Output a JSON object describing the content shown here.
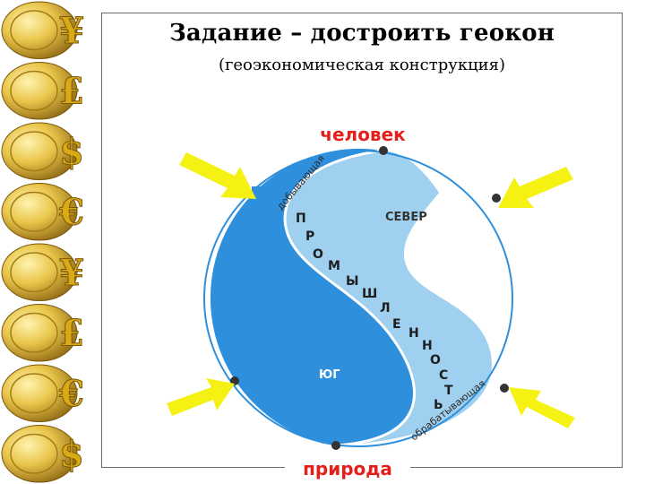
{
  "title": "Задание – достроить геокон",
  "subtitle": "(геоэкономическая конструкция)",
  "labels": {
    "top": "человек",
    "bottom": "природа",
    "north": "СЕВЕР",
    "south": "ЮГ",
    "mining_arc": "добывающая",
    "processing_arc": "обрабатывающая",
    "industry_letters": [
      "П",
      "Р",
      "О",
      "М",
      "Ы",
      "Ш",
      "Л",
      "Е",
      "Н",
      "Н",
      "О",
      "С",
      "Т",
      "Ь"
    ]
  },
  "coins": [
    {
      "symbol": "¥",
      "icon": "yen-coin-icon"
    },
    {
      "symbol": "£",
      "icon": "pound-coin-icon"
    },
    {
      "symbol": "$",
      "icon": "dollar-coin-icon"
    },
    {
      "symbol": "€",
      "icon": "euro-coin-icon"
    },
    {
      "symbol": "¥",
      "icon": "yen-coin-icon"
    },
    {
      "symbol": "£",
      "icon": "pound-coin-icon"
    },
    {
      "symbol": "€",
      "icon": "euro-coin-icon"
    },
    {
      "symbol": "$",
      "icon": "dollar-coin-icon"
    }
  ],
  "colors": {
    "south": "#2e8fdc",
    "industry": "#9fd0f0",
    "north": "#ffffff",
    "outline": "#2e8fdc",
    "arrows": "#f5f213",
    "accent_text": "#e3201b",
    "coin_gold": "#e9c64b"
  }
}
